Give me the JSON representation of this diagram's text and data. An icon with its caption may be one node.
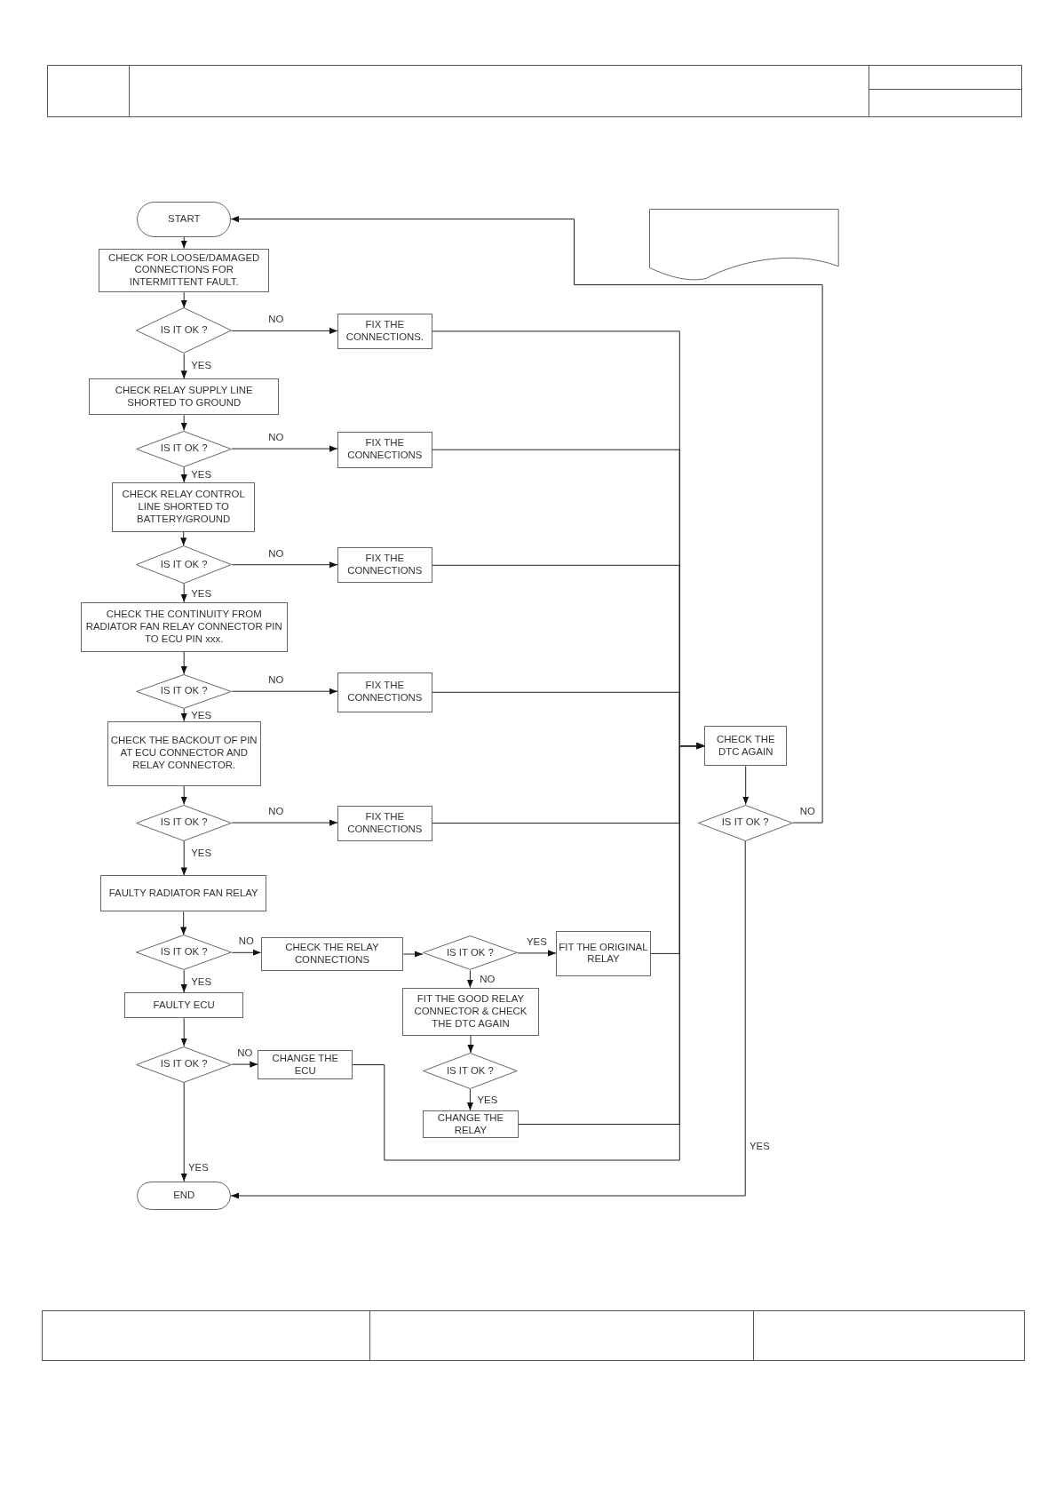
{
  "diagram": {
    "nodes": [
      {
        "text": [
          "START"
        ]
      },
      {
        "text": [
          "CHECK FOR LOOSE/DAMAGED CONNECTIONS FOR INTERMITTENT FAULT."
        ]
      },
      {
        "text": [
          "IS IT OK ?"
        ]
      },
      {
        "text": [
          "FIX THE CONNECTIONS."
        ]
      },
      {
        "text": [
          "CHECK RELAY SUPPLY LINE SHORTED TO GROUND"
        ]
      },
      {
        "text": [
          "IS IT OK ?"
        ]
      },
      {
        "text": [
          "FIX THE CONNECTIONS"
        ]
      },
      {
        "text": [
          "CHECK RELAY CONTROL LINE SHORTED TO BATTERY/GROUND"
        ]
      },
      {
        "text": [
          "IS IT OK ?"
        ]
      },
      {
        "text": [
          "FIX THE CONNECTIONS"
        ]
      },
      {
        "text": [
          "CHECK THE  CONTINUITY FROM RADIATOR FAN RELAY CONNECTOR PIN TO ECU PIN xxx."
        ]
      },
      {
        "text": [
          "IS IT OK ?"
        ]
      },
      {
        "text": [
          "FIX THE CONNECTIONS"
        ]
      },
      {
        "text": [
          "CHECK THE BACKOUT OF PIN  AT ECU CONNECTOR AND RELAY CONNECTOR."
        ]
      },
      {
        "text": [
          "IS IT OK ?"
        ]
      },
      {
        "text": [
          "FIX THE CONNECTIONS"
        ]
      },
      {
        "text": [
          "FAULTY RADIATOR FAN RELAY"
        ]
      },
      {
        "text": [
          "IS IT OK ?"
        ]
      },
      {
        "text": [
          "CHECK THE RELAY CONNECTIONS"
        ]
      },
      {
        "text": [
          "IS IT OK ?"
        ]
      },
      {
        "text": [
          "FIT THE ORIGINAL RELAY"
        ]
      },
      {
        "text": [
          "FIT THE GOOD RELAY CONNECTOR & CHECK THE DTC AGAIN"
        ]
      },
      {
        "text": [
          "IS IT OK ?"
        ]
      },
      {
        "text": [
          "CHANGE THE RELAY"
        ]
      },
      {
        "text": [
          "FAULTY ECU"
        ]
      },
      {
        "text": [
          "IS IT OK ?"
        ]
      },
      {
        "text": [
          "CHANGE THE ECU"
        ]
      },
      {
        "text": [
          "END"
        ]
      },
      {
        "text": [
          "CHECK THE DTC AGAIN"
        ]
      },
      {
        "text": [
          "IS IT OK ?"
        ]
      },
      {
        "text": [],
        "shape": "document"
      }
    ],
    "edges": [
      {
        "from": 0,
        "to": 1,
        "arrow": "to"
      },
      {
        "from": 1,
        "to": 2,
        "arrow": "to"
      },
      {
        "from": 2,
        "to": 3,
        "arrow": "to",
        "label": "NO"
      },
      {
        "from": 2,
        "to": 4,
        "arrow": "to",
        "label": "YES"
      },
      {
        "from": 3,
        "to": 28,
        "arrow": "to"
      },
      {
        "from": 4,
        "to": 5,
        "arrow": "to"
      },
      {
        "from": 5,
        "to": 6,
        "arrow": "to",
        "label": "NO"
      },
      {
        "from": 5,
        "to": 7,
        "arrow": "to",
        "label": "YES"
      },
      {
        "from": 6,
        "to": 28,
        "arrow": "to"
      },
      {
        "from": 7,
        "to": 8,
        "arrow": "to"
      },
      {
        "from": 8,
        "to": 9,
        "arrow": "to",
        "label": "NO"
      },
      {
        "from": 8,
        "to": 10,
        "arrow": "to",
        "label": "YES"
      },
      {
        "from": 9,
        "to": 28,
        "arrow": "to"
      },
      {
        "from": 10,
        "to": 11,
        "arrow": "to"
      },
      {
        "from": 11,
        "to": 12,
        "arrow": "to",
        "label": "NO"
      },
      {
        "from": 11,
        "to": 13,
        "arrow": "to",
        "label": "YES"
      },
      {
        "from": 12,
        "to": 28,
        "arrow": "to"
      },
      {
        "from": 13,
        "to": 14,
        "arrow": "to"
      },
      {
        "from": 14,
        "to": 15,
        "arrow": "to",
        "label": "NO"
      },
      {
        "from": 14,
        "to": 16,
        "arrow": "to",
        "label": "YES"
      },
      {
        "from": 15,
        "to": 28,
        "arrow": "to"
      },
      {
        "from": 16,
        "to": 17,
        "arrow": "to"
      },
      {
        "from": 17,
        "to": 18,
        "arrow": "to",
        "label": "NO"
      },
      {
        "from": 17,
        "to": 24,
        "arrow": "to",
        "label": "YES"
      },
      {
        "from": 18,
        "to": 19,
        "arrow": "to"
      },
      {
        "from": 19,
        "to": 20,
        "arrow": "to",
        "label": "YES"
      },
      {
        "from": 19,
        "to": 21,
        "arrow": "to",
        "label": "NO"
      },
      {
        "from": 20,
        "to": 28,
        "arrow": "to"
      },
      {
        "from": 21,
        "to": 22,
        "arrow": "to"
      },
      {
        "from": 22,
        "to": 23,
        "arrow": "to",
        "label": "YES"
      },
      {
        "from": 23,
        "to": 28,
        "arrow": "to"
      },
      {
        "from": 24,
        "to": 25,
        "arrow": "to"
      },
      {
        "from": 25,
        "to": 26,
        "arrow": "to",
        "label": "NO"
      },
      {
        "from": 25,
        "to": 27,
        "arrow": "to",
        "label": "YES"
      },
      {
        "from": 26,
        "to": 28,
        "arrow": "to"
      },
      {
        "from": 28,
        "to": 29,
        "arrow": "to"
      },
      {
        "from": 29,
        "to": 0,
        "arrow": "to",
        "label": "NO"
      },
      {
        "from": 29,
        "to": 27,
        "arrow": "to",
        "label": "YES"
      }
    ]
  }
}
